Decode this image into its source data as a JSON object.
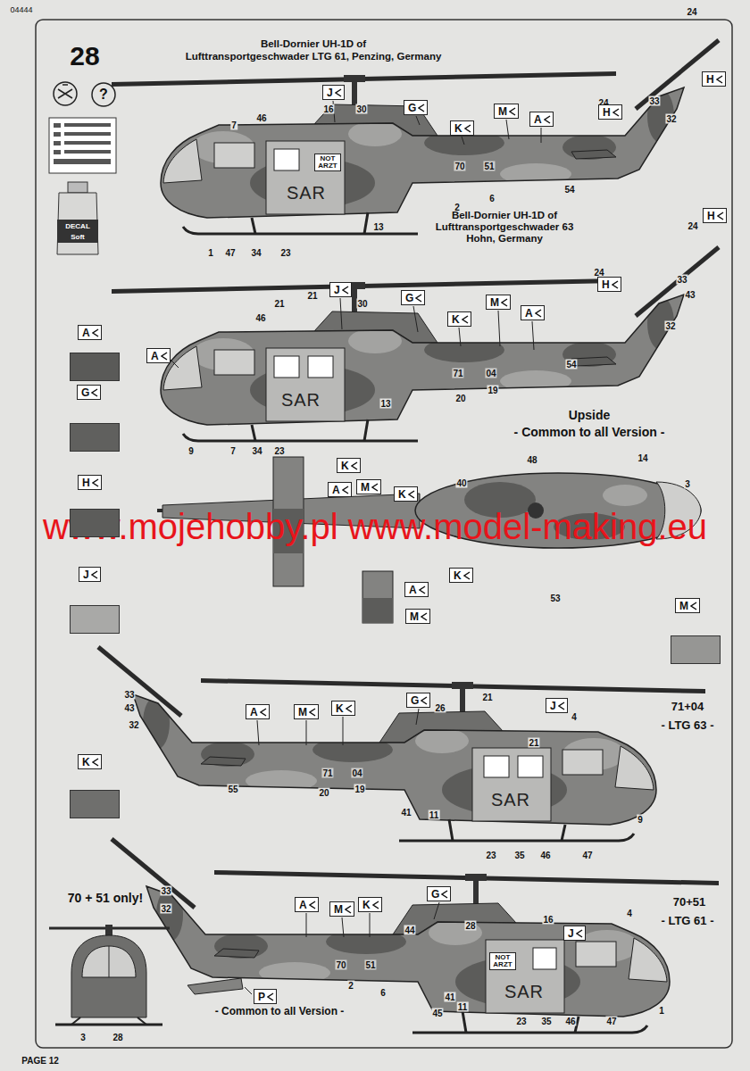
{
  "diagram": {
    "nodes": [
      {
        "text": [
          "J"
        ]
      },
      {
        "text": [
          "G"
        ]
      },
      {
        "text": [
          "K"
        ]
      },
      {
        "text": [
          "M"
        ]
      },
      {
        "text": [
          "A"
        ]
      },
      {
        "text": [
          "H"
        ]
      },
      {
        "text": [
          "H"
        ]
      },
      {
        "text": [
          "H"
        ]
      },
      {
        "text": [
          "H"
        ]
      },
      {
        "text": [
          "J"
        ]
      },
      {
        "text": [
          "G"
        ]
      },
      {
        "text": [
          "M"
        ]
      },
      {
        "text": [
          "A"
        ]
      },
      {
        "text": [
          "K"
        ]
      },
      {
        "text": [
          "A"
        ]
      },
      {
        "text": [
          "K"
        ]
      },
      {
        "text": [
          "M"
        ]
      },
      {
        "text": [
          "A"
        ]
      },
      {
        "text": [
          "K"
        ]
      },
      {
        "text": [
          "K"
        ]
      },
      {
        "text": [
          "A"
        ]
      },
      {
        "text": [
          "M"
        ]
      },
      {
        "text": [
          "G"
        ]
      },
      {
        "text": [
          "J"
        ]
      },
      {
        "text": [
          "A"
        ]
      },
      {
        "text": [
          "M"
        ]
      },
      {
        "text": [
          "K"
        ]
      },
      {
        "text": [
          "G"
        ]
      },
      {
        "text": [
          "A"
        ]
      },
      {
        "text": [
          "M"
        ]
      },
      {
        "text": [
          "K"
        ]
      },
      {
        "text": [
          "J"
        ]
      },
      {
        "text": [
          "P"
        ]
      }
    ],
    "labels": [
      "04444",
      "28",
      "Bell-Dornier UH-1D of",
      "Lufttransportgeschwader LTG 61, Penzing, Germany",
      "?",
      "DECAL",
      "Soft",
      "16",
      "30",
      "7",
      "46",
      "24",
      "24",
      "33",
      "32",
      "54",
      "2",
      "6",
      "13",
      "1",
      "47",
      "34",
      "23",
      "NOT ARZT",
      "SAR",
      "70",
      "51",
      "Bell-Dornier UH-1D of",
      "Lufttransportgeschwader 63",
      "Hohn, Germany",
      "24",
      "24",
      "33",
      "43",
      "32",
      "21",
      "21",
      "30",
      "46",
      "SAR",
      "71",
      "04",
      "54",
      "20",
      "19",
      "13",
      "9",
      "7",
      "34",
      "23",
      "Upside",
      "- Common to all Version -",
      "48",
      "14",
      "3",
      "40",
      "53",
      "www.mojehobby.pl www.model-making.eu",
      "33",
      "43",
      "32",
      "26",
      "21",
      "4",
      "71+04",
      "- LTG 63 -",
      "21",
      "71",
      "04",
      "SAR",
      "55",
      "20",
      "19",
      "41",
      "11",
      "9",
      "23",
      "35",
      "46",
      "47",
      "33",
      "32",
      "70 + 51 only!",
      "70+51",
      "- LTG 61 -",
      "16",
      "4",
      "28",
      "44",
      "NOT ARZT",
      "70",
      "51",
      "SAR",
      "2",
      "6",
      "41",
      "45",
      "11",
      "23",
      "35",
      "46",
      "47",
      "1",
      "- Common to all Version -",
      "3",
      "28",
      "PAGE 12"
    ],
    "legend": [
      {
        "text": "A",
        "color": "#5a5a58"
      },
      {
        "text": "G",
        "color": "#60605e"
      },
      {
        "text": "H",
        "color": "#5c5c5a"
      },
      {
        "text": "J",
        "color": "#a9a9a7"
      },
      {
        "text": "K",
        "color": "#6f6f6d"
      },
      {
        "text": "M",
        "color": "#969694"
      }
    ]
  }
}
